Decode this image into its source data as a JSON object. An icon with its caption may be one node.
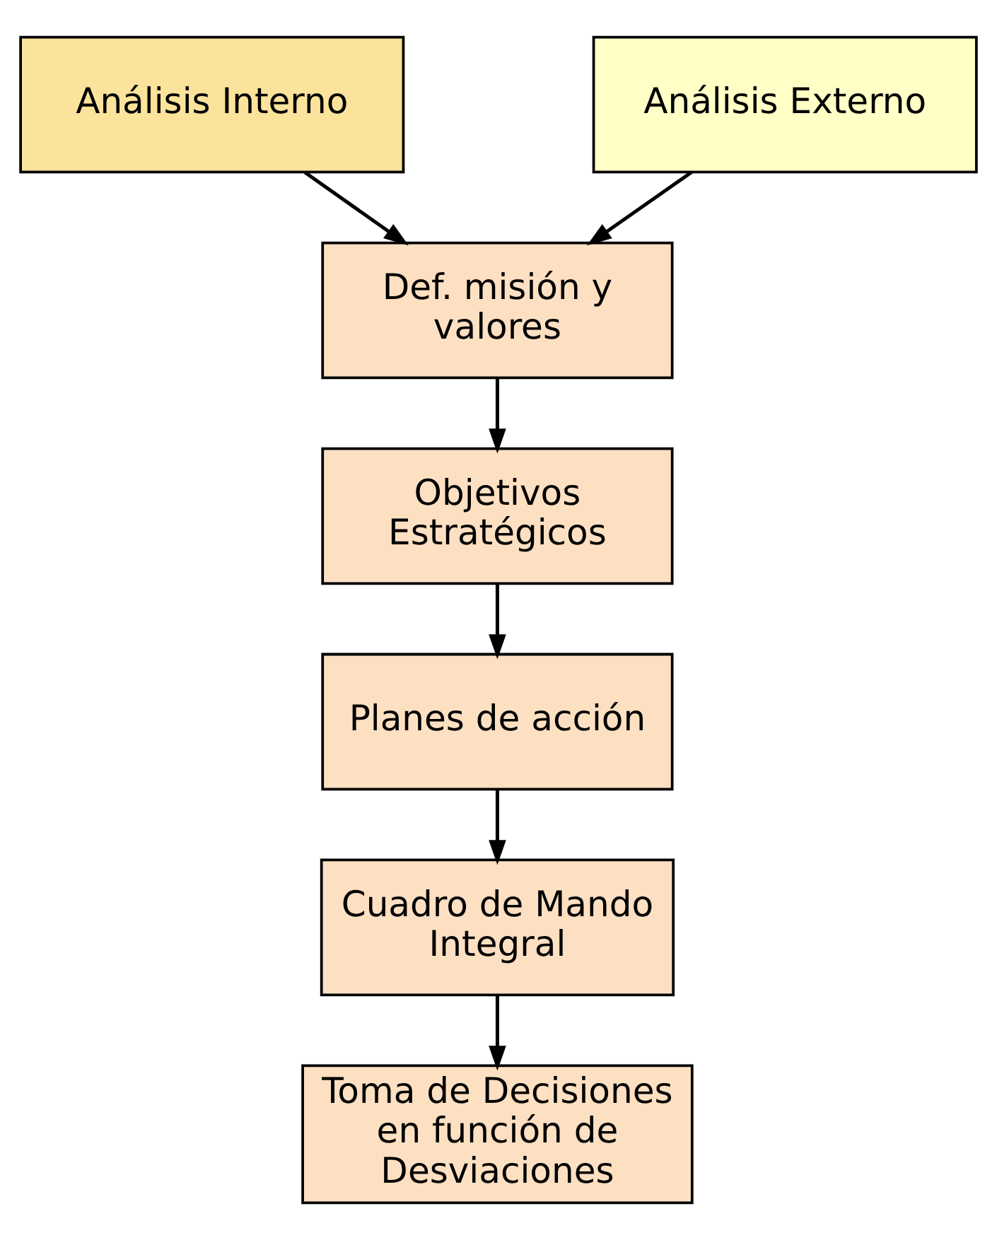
{
  "diagram": {
    "nodes": [
      {
        "text": [
          "Análisis Interno"
        ]
      },
      {
        "text": [
          "Análisis Externo"
        ]
      },
      {
        "text": [
          "Def. misión y valores"
        ]
      },
      {
        "text": [
          "Objetivos Estratégicos"
        ]
      },
      {
        "text": [
          "Planes de acción"
        ]
      },
      {
        "text": [
          "Cuadro de Mando Integral"
        ]
      },
      {
        "text": [
          "Toma de Decisiones en función de Desviaciones"
        ]
      }
    ],
    "edges": [
      {
        "from": 0,
        "to": 2,
        "arrow": "to"
      },
      {
        "from": 1,
        "to": 2,
        "arrow": "to"
      },
      {
        "from": 2,
        "to": 3,
        "arrow": "to"
      },
      {
        "from": 3,
        "to": 4,
        "arrow": "to"
      },
      {
        "from": 4,
        "to": 5,
        "arrow": "to"
      },
      {
        "from": 5,
        "to": 6,
        "arrow": "to"
      }
    ]
  }
}
